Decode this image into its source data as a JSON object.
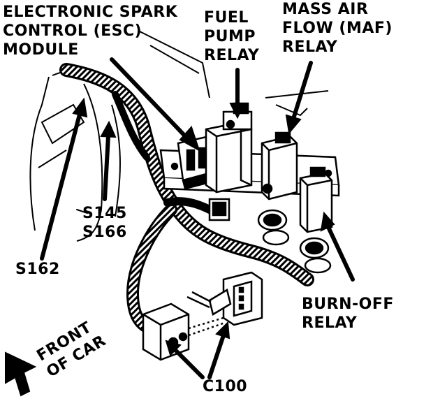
{
  "labels": {
    "esc_module": [
      "ELECTRONIC SPARK",
      "CONTROL (ESC)",
      "MODULE"
    ],
    "fuel_pump_relay": [
      "FUEL",
      "PUMP",
      "RELAY"
    ],
    "maf_relay": [
      "MASS AIR",
      "FLOW (MAF)",
      "RELAY"
    ],
    "s145": "S145",
    "s166": "S166",
    "s162": "S162",
    "burn_off_relay": [
      "BURN-OFF",
      "RELAY"
    ],
    "c100": "C100",
    "front_of_car": [
      "FRONT",
      "OF CAR"
    ]
  },
  "colors": {
    "ink": "#000000",
    "paper": "#ffffff"
  }
}
